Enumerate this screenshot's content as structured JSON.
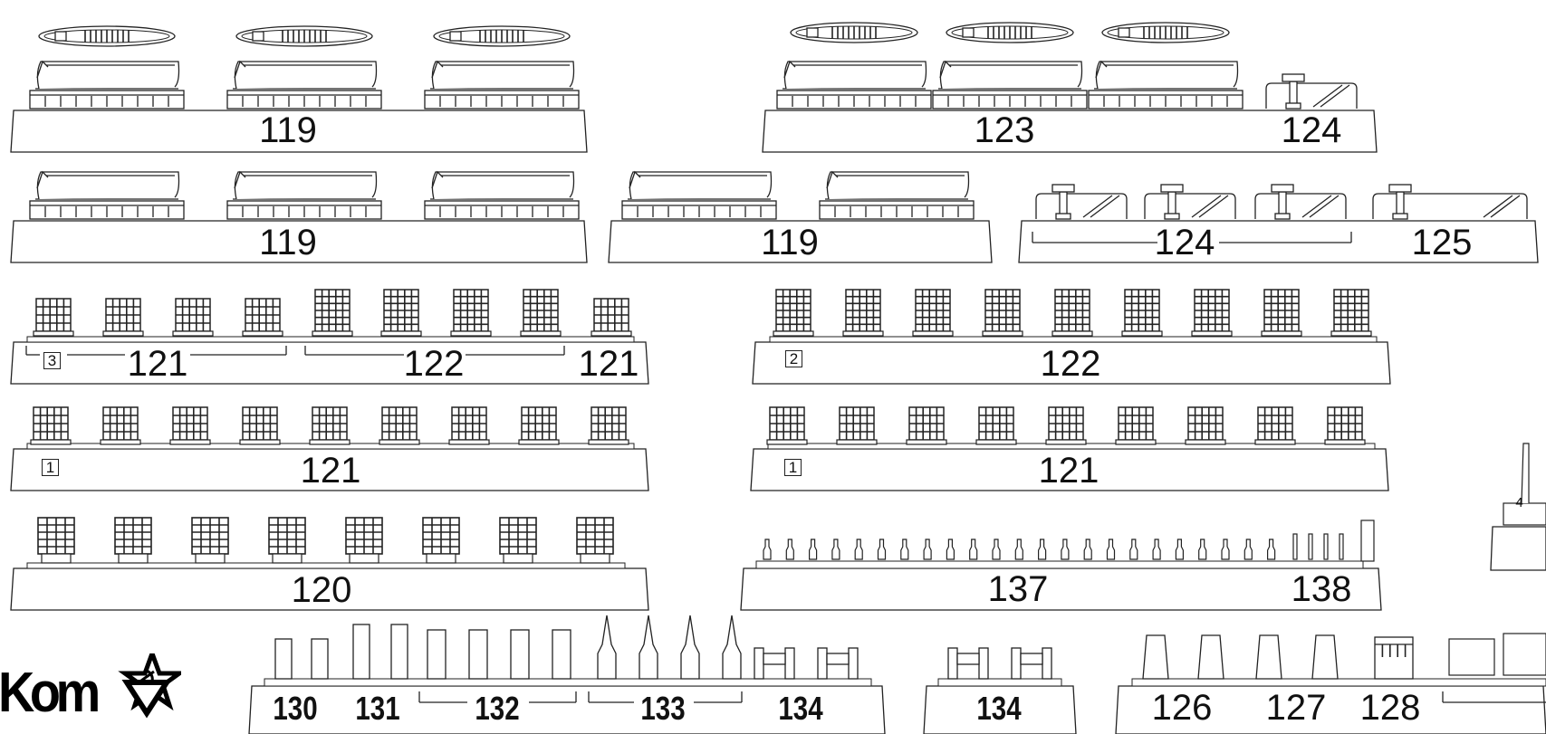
{
  "groups": [
    {
      "id": "g119a",
      "label": "119"
    },
    {
      "id": "g123",
      "label": "123"
    },
    {
      "id": "g124a",
      "label": "124"
    },
    {
      "id": "g119b",
      "label": "119"
    },
    {
      "id": "g119c",
      "label": "119"
    },
    {
      "id": "g124b",
      "label": "124"
    },
    {
      "id": "g125",
      "label": "125"
    },
    {
      "id": "g121a",
      "label": "121"
    },
    {
      "id": "g122a",
      "label": "122"
    },
    {
      "id": "g121b",
      "label": "121"
    },
    {
      "id": "g122b",
      "label": "122"
    },
    {
      "id": "g121c",
      "label": "121"
    },
    {
      "id": "g121d",
      "label": "121"
    },
    {
      "id": "g120",
      "label": "120"
    },
    {
      "id": "g137",
      "label": "137"
    },
    {
      "id": "g138",
      "label": "138"
    },
    {
      "id": "g130",
      "label": "130"
    },
    {
      "id": "g131",
      "label": "131"
    },
    {
      "id": "g132",
      "label": "132"
    },
    {
      "id": "g133",
      "label": "133"
    },
    {
      "id": "g134a",
      "label": "134"
    },
    {
      "id": "g134b",
      "label": "134"
    },
    {
      "id": "g126",
      "label": "126"
    },
    {
      "id": "g127",
      "label": "127"
    },
    {
      "id": "g128",
      "label": "128"
    }
  ],
  "boxes": [
    {
      "id": "b3",
      "label": "3"
    },
    {
      "id": "b2",
      "label": "2"
    },
    {
      "id": "b1a",
      "label": "1"
    },
    {
      "id": "b1b",
      "label": "1"
    },
    {
      "id": "b4",
      "label": "4"
    }
  ],
  "logo": {
    "text": "Kom"
  },
  "colors": {
    "ink": "#222222",
    "background": "#ffffff"
  }
}
